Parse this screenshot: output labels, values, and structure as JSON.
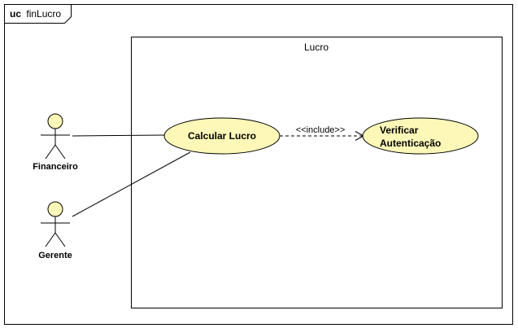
{
  "frame": {
    "kind": "uc",
    "name": "finLucro"
  },
  "system": {
    "name": "Lucro"
  },
  "actors": [
    {
      "id": "financeiro",
      "label": "Financeiro"
    },
    {
      "id": "gerente",
      "label": "Gerente"
    }
  ],
  "use_cases": [
    {
      "id": "calcular",
      "lines": [
        "Calcular Lucro"
      ]
    },
    {
      "id": "verificar",
      "lines": [
        "Verificar",
        "Autenticação"
      ]
    }
  ],
  "relations": [
    {
      "type": "association",
      "from": "financeiro",
      "to": "calcular"
    },
    {
      "type": "association",
      "from": "gerente",
      "to": "calcular"
    },
    {
      "type": "include",
      "from": "calcular",
      "to": "verificar",
      "label": "<<include>>"
    }
  ],
  "colors": {
    "use_case_fill": "#fdf8b8",
    "actor_head_fill": "#fdf8b8",
    "stroke": "#000000"
  }
}
